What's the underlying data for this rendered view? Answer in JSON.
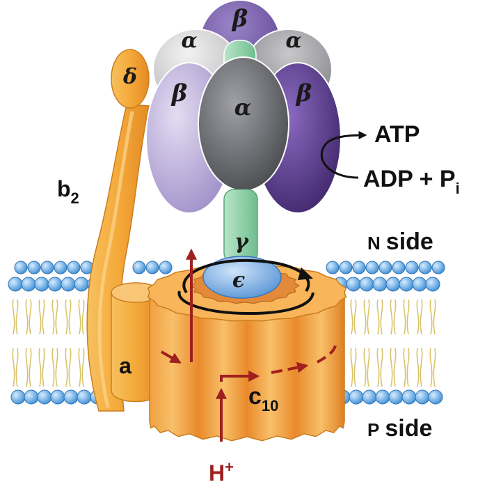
{
  "subunits": {
    "alpha": "α",
    "beta": "β",
    "gamma": "γ",
    "delta": "δ",
    "epsilon": "ϵ"
  },
  "labels": {
    "b2_main": "b",
    "b2_sub": "2",
    "a": "a",
    "c10_main": "c",
    "c10_sub": "10",
    "atp": "ATP",
    "adp_main": "ADP + P",
    "adp_sub": "i",
    "n_side_small": "N",
    "n_side_word": "side",
    "p_side_small": "P",
    "p_side_word": "side",
    "proton_main": "H",
    "proton_sup": "+"
  },
  "colors": {
    "stalk_orange": "#f5b13c",
    "rotor_orange": "#f39a35",
    "beta_light": "#b9acd6",
    "beta_dark": "#5b3c8e",
    "alpha_gray": "#6e6f73",
    "gamma_green": "#8fd0a8",
    "epsilon_blue": "#6fa8e0",
    "lipid_head": "#5aa0dc",
    "proton_path": "#a01f1f"
  }
}
